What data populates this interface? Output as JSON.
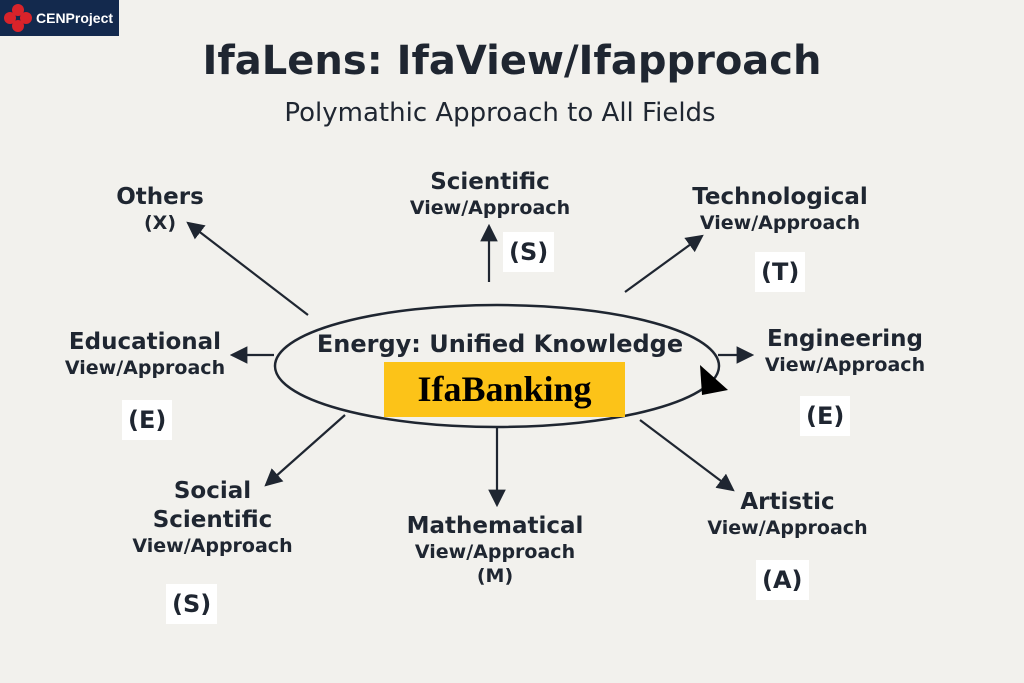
{
  "logo": {
    "text": "CENProject"
  },
  "title": "IfaLens: IfaView/Ifapproach",
  "subtitle": "Polymathic Approach to All Fields",
  "center": {
    "heading": "Energy: Unified Knowledge",
    "banner": "IfaBanking"
  },
  "nodes": {
    "others": {
      "name": "Others",
      "letter": "(X)"
    },
    "scientific": {
      "name": "Scientific",
      "sub": "View/Approach",
      "letter": "(S)"
    },
    "technological": {
      "name": "Technological",
      "sub": "View/Approach",
      "letter": "(T)"
    },
    "educational": {
      "name": "Educational",
      "sub": "View/Approach",
      "letter": "(E)"
    },
    "engineering": {
      "name": "Engineering",
      "sub": "View/Approach",
      "letter": "(E)"
    },
    "social": {
      "name1": "Social",
      "name2": "Scientific",
      "sub": "View/Approach",
      "letter": "(S)"
    },
    "mathematical": {
      "name": "Mathematical",
      "sub": "View/Approach",
      "letter": "(M)"
    },
    "artistic": {
      "name": "Artistic",
      "sub": "View/Approach",
      "letter": "(A)"
    }
  }
}
